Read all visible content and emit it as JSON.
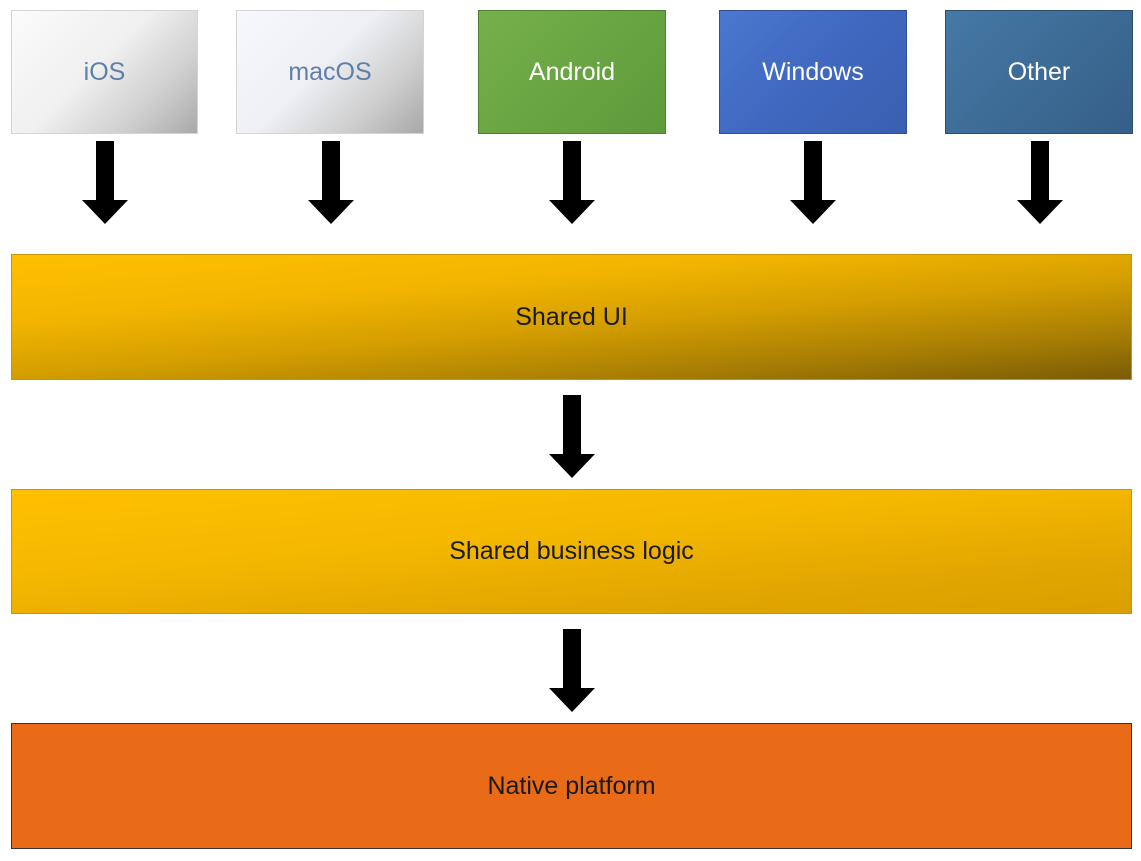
{
  "platforms": [
    {
      "label": "iOS"
    },
    {
      "label": "macOS"
    },
    {
      "label": "Android"
    },
    {
      "label": "Windows"
    },
    {
      "label": "Other"
    }
  ],
  "layers": {
    "shared_ui": "Shared UI",
    "shared_business_logic": "Shared business logic",
    "native_platform": "Native platform"
  },
  "colors": {
    "android": "#6aa544",
    "windows": "#4169c1",
    "other": "#3d6c96",
    "shared_layer": "#ffc000",
    "native_platform": "#e96a17",
    "arrow": "#000000"
  },
  "icons": {
    "arrow": "down-arrow-icon"
  }
}
